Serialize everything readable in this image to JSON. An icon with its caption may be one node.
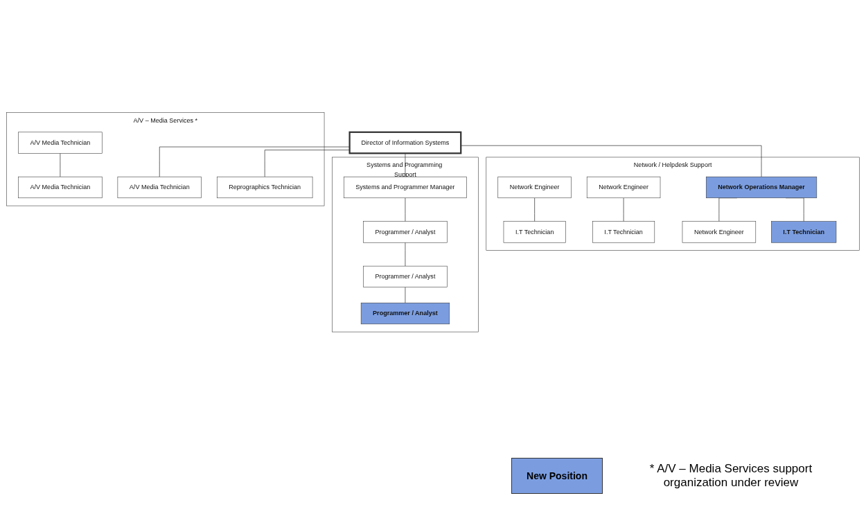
{
  "diagram": {
    "nodes": [
      {
        "text": [
          "Director of Information Systems"
        ]
      },
      {
        "text": [
          "Network / Helpdesk Support"
        ]
      },
      {
        "text": [
          "Network Operations Manager"
        ],
        "in": 1
      },
      {
        "text": [
          "Network Engineer"
        ],
        "in": 1
      },
      {
        "text": [
          "I.T Technician"
        ],
        "in": 1
      },
      {
        "text": [
          "Network Engineer"
        ],
        "in": 1
      },
      {
        "text": [
          "I.T Technician"
        ],
        "in": 1
      },
      {
        "text": [
          "Network Engineer"
        ],
        "in": 1
      },
      {
        "text": [
          "I.T Technician"
        ],
        "in": 1
      },
      {
        "text": [
          "Systems and Programming Support"
        ]
      },
      {
        "text": [
          "Systems and Programmer Manager"
        ],
        "in": 9
      },
      {
        "text": [
          "Programmer / Analyst"
        ],
        "in": 9
      },
      {
        "text": [
          "Programmer / Analyst"
        ],
        "in": 9
      },
      {
        "text": [
          "Programmer / Analyst"
        ],
        "in": 9
      },
      {
        "text": [
          "A/V – Media Services *"
        ]
      },
      {
        "text": [
          "A/V Media Technician"
        ],
        "in": 14
      },
      {
        "text": [
          "A/V Media Technician"
        ],
        "in": 14
      },
      {
        "text": [
          "A/V Media Technician"
        ],
        "in": 14
      },
      {
        "text": [
          "Reprographics Technician"
        ],
        "in": 14
      }
    ],
    "edges": [
      {
        "from": 0,
        "to": 2,
        "arrow": "none"
      },
      {
        "from": 0,
        "to": 10,
        "arrow": "none"
      },
      {
        "from": 0,
        "to": 17,
        "arrow": "none"
      },
      {
        "from": 0,
        "to": 18,
        "arrow": "none"
      },
      {
        "from": 3,
        "to": 4,
        "arrow": "none"
      },
      {
        "from": 5,
        "to": 6,
        "arrow": "none"
      },
      {
        "from": 2,
        "to": 7,
        "arrow": "none"
      },
      {
        "from": 2,
        "to": 8,
        "arrow": "none"
      },
      {
        "from": 10,
        "to": 11,
        "arrow": "none"
      },
      {
        "from": 11,
        "to": 12,
        "arrow": "none"
      },
      {
        "from": 12,
        "to": 13,
        "arrow": "none"
      },
      {
        "from": 15,
        "to": 16,
        "arrow": "none"
      }
    ],
    "labels": [
      "* A/V – Media Services support organization under review"
    ],
    "legend": [
      {
        "text": "New Position",
        "color": "#7b9de0"
      }
    ]
  }
}
